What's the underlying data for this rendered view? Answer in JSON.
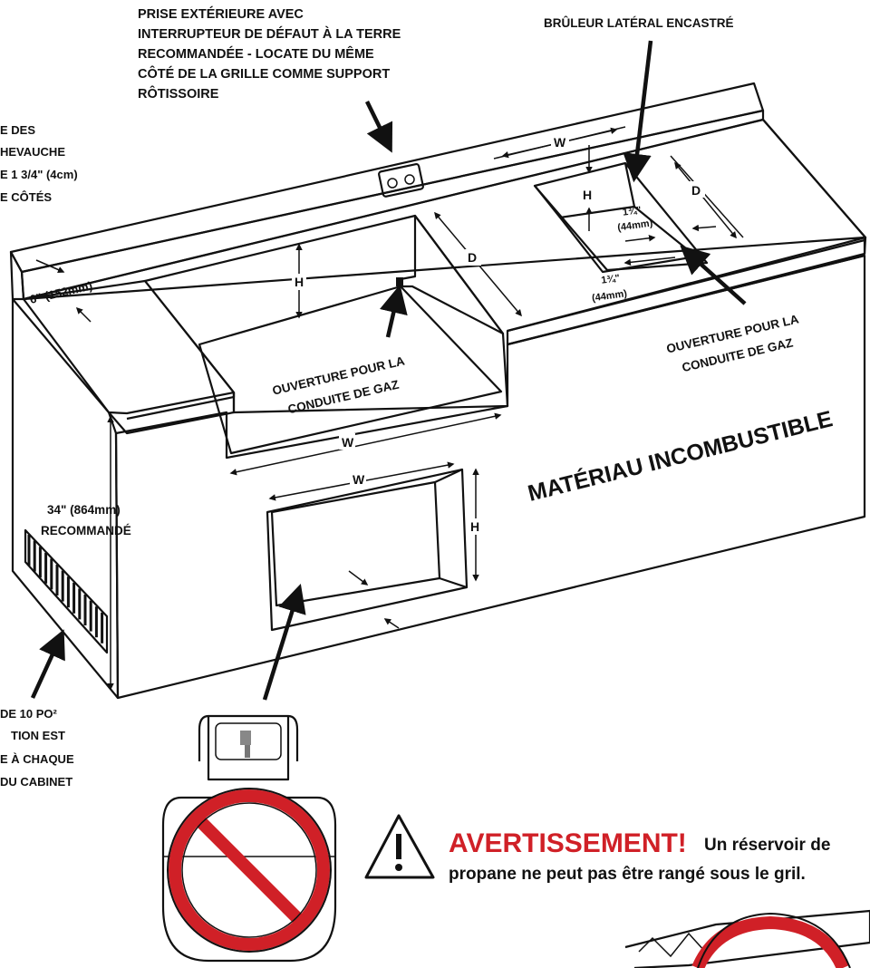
{
  "labels": {
    "prise": [
      "PRISE EXTÉRIEURE AVEC",
      "INTERRUPTEUR DE DÉFAUT À LA TERRE",
      "RECOMMANDÉE - LOCATE DU MÊME",
      "CÔTÉ DE LA GRILLE COMME SUPPORT",
      "RÔTISSOIRE"
    ],
    "bruleur": "BRÛLEUR LATÉRAL ENCASTRÉ",
    "chevauche": [
      "E DES",
      "HEVAUCHE",
      "E 1 3/4\"  (4cm)",
      "E CÔTÉS"
    ],
    "ventilation": [
      "DE 10 PO²",
      "TION EST",
      "E À CHAQUE",
      "DU CABINET"
    ],
    "gas_opening_main": [
      "OUVERTURE POUR LA",
      "CONDUITE DE GAZ"
    ],
    "gas_opening_side": [
      "OUVERTURE POUR LA",
      "CONDUITE DE GAZ"
    ],
    "material": "MATÉRIAU INCOMBUSTIBLE",
    "height_note": [
      "34\" (864mm)",
      "RECOMMANDÉ"
    ],
    "backsplash_dim": "6\" (152mm)"
  },
  "dims": {
    "w": "W",
    "h": "H",
    "d": "D",
    "side_inset_1": [
      "1¾\"",
      "(44mm)"
    ],
    "side_inset_2": [
      "1¾\"",
      "(44mm)"
    ]
  },
  "warning": {
    "title": "AVERTISSEMENT!",
    "line1_rest": "Un réservoir de",
    "line2": "propane ne peut pas être rangé sous le gril."
  },
  "colors": {
    "warning_red": "#d02027",
    "cutout_gray": "#d3d3d3",
    "line": "#111111"
  }
}
